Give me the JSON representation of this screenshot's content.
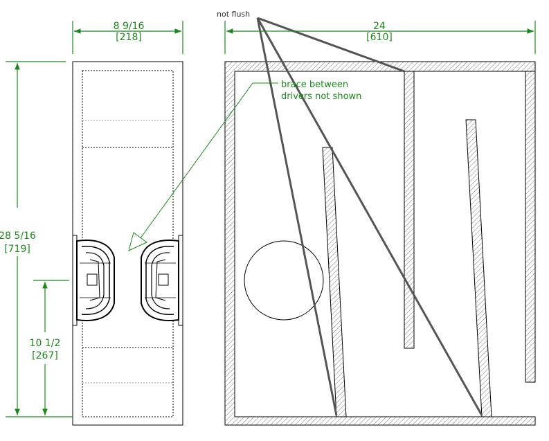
{
  "colors": {
    "dimension": "#1a8a1a",
    "line": "#000000",
    "hatch": "#777777",
    "annotation": "#555555"
  },
  "dimensions": {
    "width_side": {
      "imperial": "8 9/16",
      "metric": "[218]"
    },
    "width_front": {
      "imperial": "24",
      "metric": "[610]"
    },
    "height": {
      "imperial": "28 5/16",
      "metric": "[719]"
    },
    "driver_height": {
      "imperial": "10 1/2",
      "metric": "[267]"
    }
  },
  "notes": {
    "not_flush": "not flush",
    "brace_line1": "brace between",
    "brace_line2": "drivers not shown"
  }
}
